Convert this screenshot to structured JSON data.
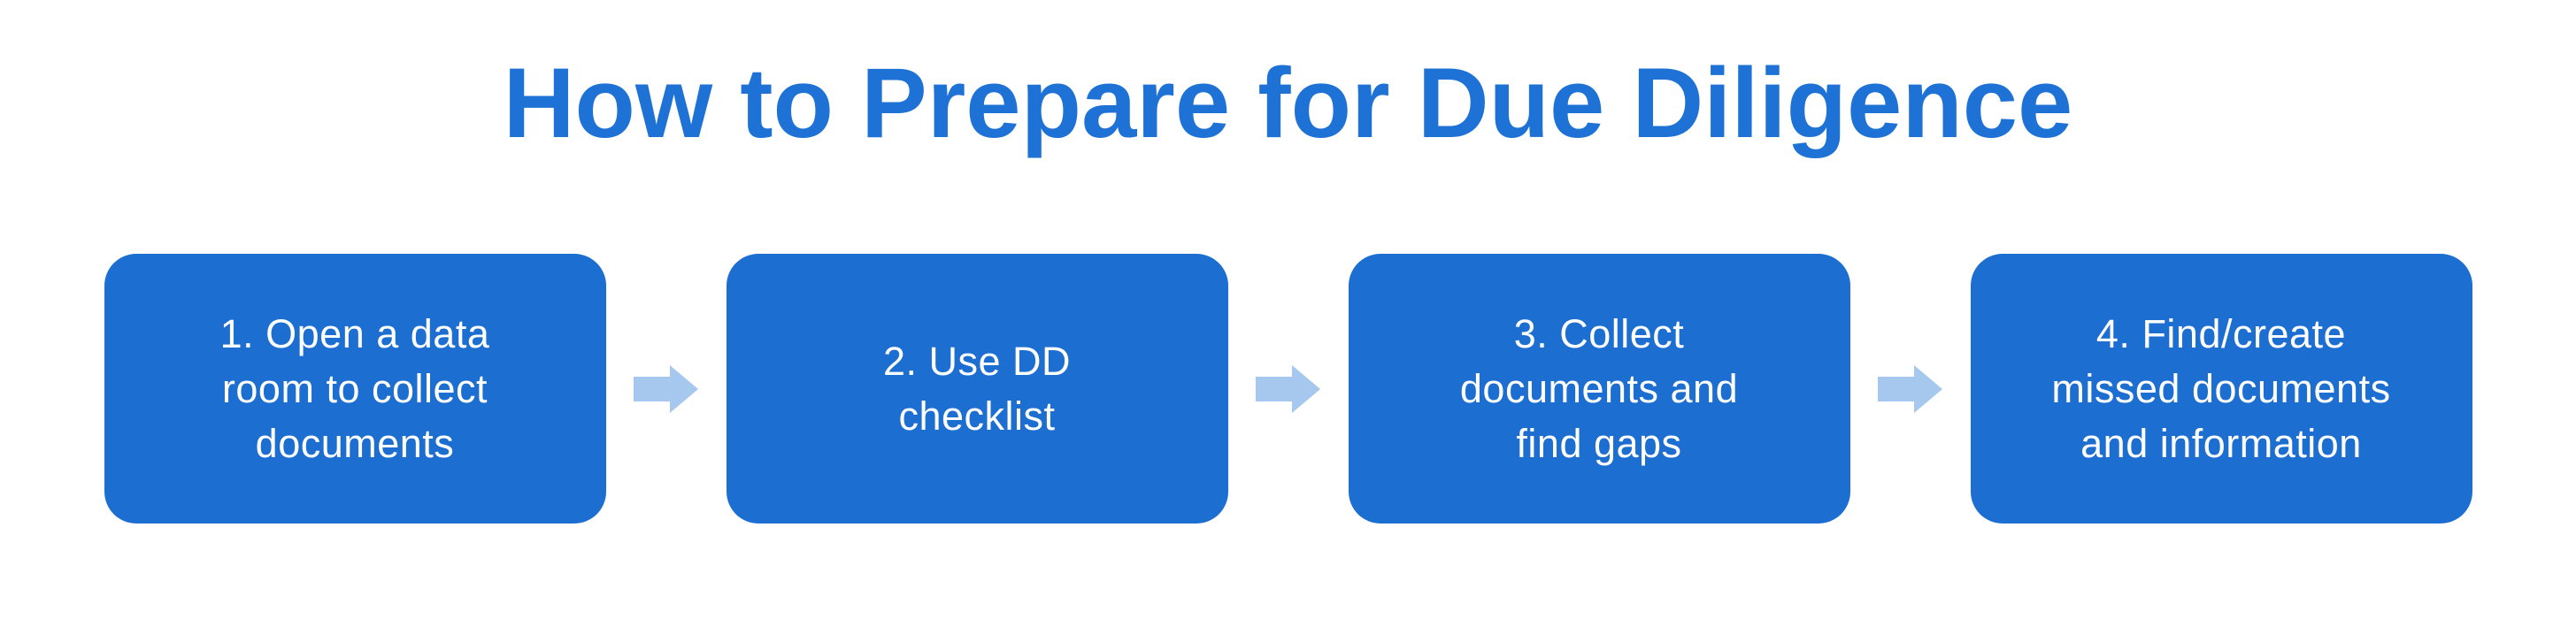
{
  "title": {
    "text": "How to Prepare for Due Diligence"
  },
  "colors": {
    "background": "#FFFFFF",
    "title_text": "#1E72D6",
    "box_fill": "#1D6ED1",
    "box_text": "#FFFFFF",
    "arrow_fill": "#A6C7EE"
  },
  "steps": [
    {
      "lines": [
        "1. Open a data",
        "room to collect",
        "documents"
      ]
    },
    {
      "lines": [
        "2. Use DD",
        "checklist"
      ]
    },
    {
      "lines": [
        "3. Collect",
        "documents and",
        "find gaps"
      ]
    },
    {
      "lines": [
        "4. Find/create",
        "missed documents",
        "and information"
      ]
    }
  ],
  "arrow_icon": "arrow-right-icon"
}
